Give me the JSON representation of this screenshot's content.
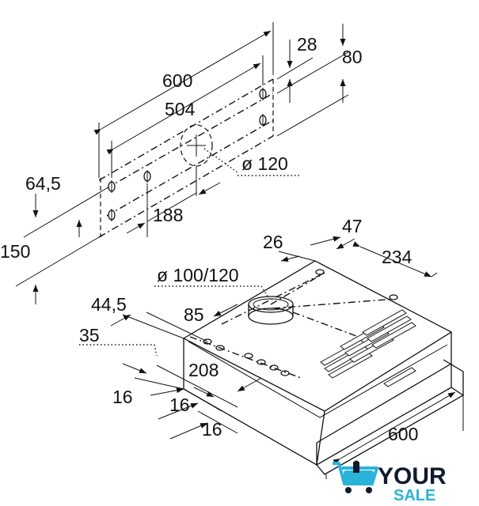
{
  "dimensions": {
    "top_width": "600",
    "top_hole_spacing": "504",
    "top_right_28": "28",
    "top_right_80": "80",
    "duct_diameter_top": "ø 120",
    "left_64_5": "64,5",
    "left_150": "150",
    "bottom_188": "188",
    "hood_26": "26",
    "hood_47": "47",
    "hood_234": "234",
    "duct_diameter_hood": "ø 100/120",
    "hood_44_5": "44,5",
    "hood_85": "85",
    "hood_35": "35",
    "hood_208": "208",
    "hood_16_a": "16",
    "hood_16_b": "16",
    "hood_16_c": "16",
    "hood_width": "600"
  },
  "logo": {
    "word_top": "YOUR",
    "word_bottom": "SALE",
    "icon": "shopping-cart-hand-icon",
    "color_dark": "#101a2e",
    "color_accent": "#2ab3d8"
  }
}
